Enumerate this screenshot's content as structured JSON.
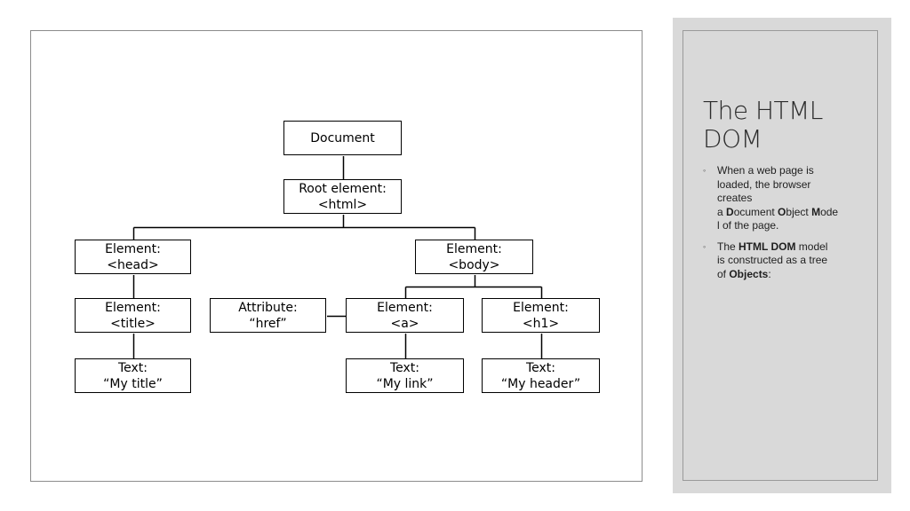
{
  "diagram": {
    "nodes": [
      {
        "id": "document",
        "lines": [
          "Document"
        ]
      },
      {
        "id": "root",
        "lines": [
          "Root element:",
          "<html>"
        ]
      },
      {
        "id": "head",
        "lines": [
          "Element:",
          "<head>"
        ]
      },
      {
        "id": "body",
        "lines": [
          "Element:",
          "<body>"
        ]
      },
      {
        "id": "title",
        "lines": [
          "Element:",
          "<title>"
        ]
      },
      {
        "id": "attribute",
        "lines": [
          "Attribute:",
          "“href”"
        ]
      },
      {
        "id": "a",
        "lines": [
          "Element:",
          "<a>"
        ]
      },
      {
        "id": "h1",
        "lines": [
          "Element:",
          "<h1>"
        ]
      },
      {
        "id": "text-title",
        "lines": [
          "Text:",
          "“My title”"
        ]
      },
      {
        "id": "text-link",
        "lines": [
          "Text:",
          "“My link”"
        ]
      },
      {
        "id": "text-header",
        "lines": [
          "Text:",
          "“My header”"
        ]
      }
    ],
    "edges": [
      [
        "document",
        "root"
      ],
      [
        "root",
        "head"
      ],
      [
        "root",
        "body"
      ],
      [
        "head",
        "title"
      ],
      [
        "title",
        "text-title"
      ],
      [
        "body",
        "a"
      ],
      [
        "body",
        "h1"
      ],
      [
        "a",
        "attribute"
      ],
      [
        "a",
        "text-link"
      ],
      [
        "h1",
        "text-header"
      ]
    ]
  },
  "sidebar": {
    "title_line1": "The HTML",
    "title_line2": "DOM",
    "bullet_marker": "◦",
    "bullet1": {
      "line1": "When a web page is",
      "line2": "loaded, the browser",
      "line3": "creates",
      "line4_prefix": "a ",
      "d": "D",
      "ocument": "ocument ",
      "o": "O",
      "bject": "bject ",
      "m": "M",
      "ode": "ode",
      "line5": "l of the page."
    },
    "bullet2": {
      "the": "The ",
      "html_dom": "HTML DOM",
      "model": " model",
      "line2": "is constructed as a tree",
      "of": "of ",
      "objects": "Objects",
      "colon": ":"
    }
  }
}
